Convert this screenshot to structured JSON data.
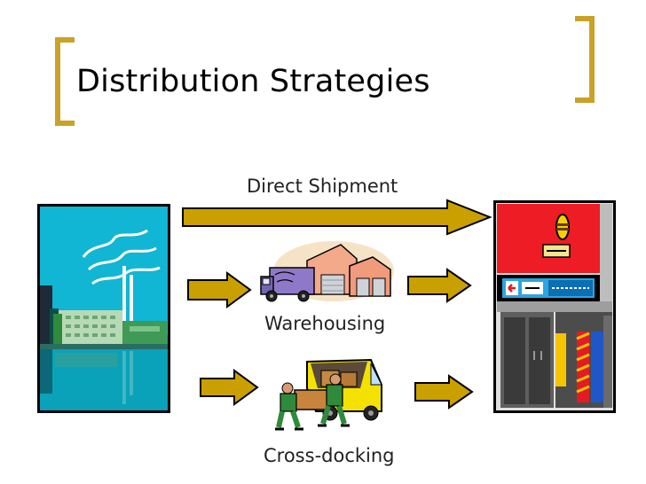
{
  "slide": {
    "title": "Distribution Strategies",
    "accent_color": "#c9a227"
  },
  "diagram": {
    "source_icon": "factory-icon",
    "destination_icon": "storefront-icon",
    "arrow_color": "#c9a000",
    "routes": [
      {
        "label": "Direct Shipment",
        "icon": ""
      },
      {
        "label": "Warehousing",
        "icon": "warehouse-truck-icon"
      },
      {
        "label": "Cross-docking",
        "icon": "movers-van-icon"
      }
    ]
  }
}
